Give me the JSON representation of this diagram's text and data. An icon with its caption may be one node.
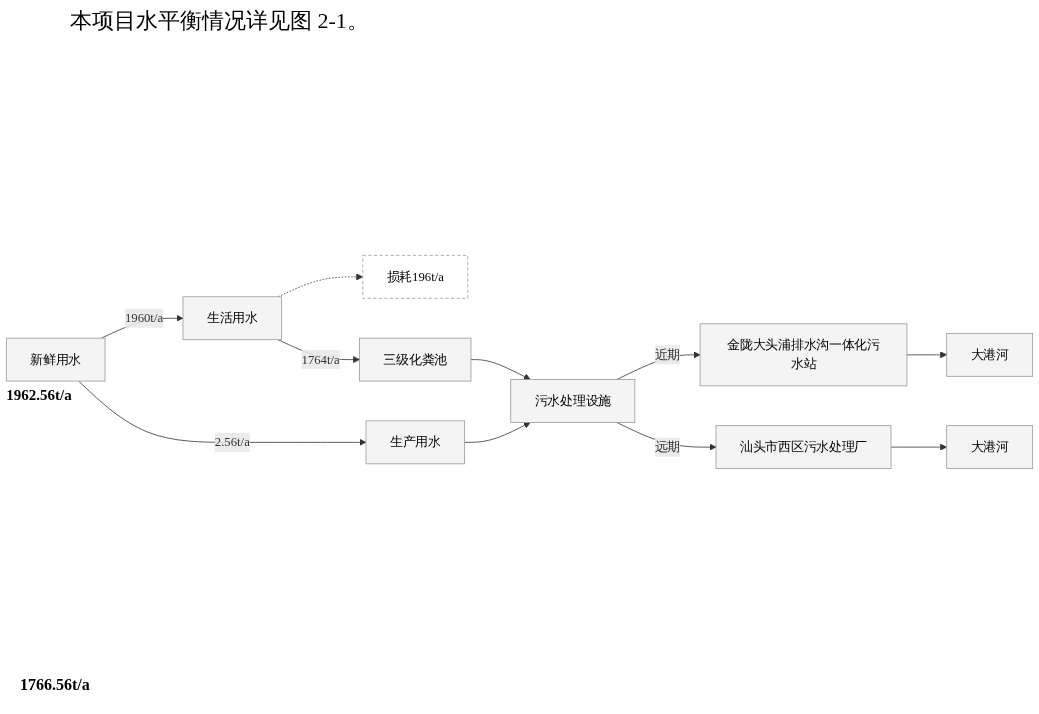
{
  "diagram": {
    "title": "本项目水平衡情况详见图 2-1。",
    "nodes": [
      {
        "text": [
          "新鲜用水"
        ],
        "beside": [
          "1962.56t/a"
        ]
      },
      {
        "text": [
          "生活用水"
        ]
      },
      {
        "text": [
          "损耗196t/a"
        ]
      },
      {
        "text": [
          "三级化粪池"
        ]
      },
      {
        "text": [
          "生产用水"
        ]
      },
      {
        "text": [
          "污水处理设施"
        ]
      },
      {
        "text": [
          "金陇大头浦排水沟一体化污水站"
        ]
      },
      {
        "text": [
          "汕头市西区污水处理厂"
        ]
      },
      {
        "text": [
          "大港河"
        ]
      },
      {
        "text": [
          "大港河"
        ]
      }
    ],
    "edges": [
      {
        "from": 0,
        "to": 1,
        "arrow": "to",
        "label": "1960t/a"
      },
      {
        "from": 0,
        "to": 4,
        "arrow": "to",
        "label": "2.56t/a"
      },
      {
        "from": 1,
        "to": 2,
        "arrow": "to",
        "style": "dashed"
      },
      {
        "from": 1,
        "to": 3,
        "arrow": "to",
        "label": "1764t/a"
      },
      {
        "from": 3,
        "to": 5,
        "arrow": "to"
      },
      {
        "from": 4,
        "to": 5,
        "arrow": "to"
      },
      {
        "from": 5,
        "to": 6,
        "arrow": "to",
        "label": "近期"
      },
      {
        "from": 5,
        "to": 7,
        "arrow": "to",
        "label": "远期"
      },
      {
        "from": 6,
        "to": 8,
        "arrow": "to"
      },
      {
        "from": 7,
        "to": 9,
        "arrow": "to"
      }
    ],
    "labels": [
      "1766.56t/a"
    ]
  }
}
